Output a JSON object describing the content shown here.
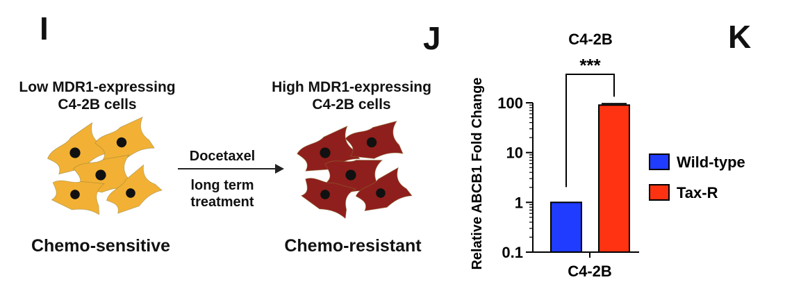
{
  "panels": {
    "i": "I",
    "j": "J",
    "k": "K"
  },
  "schematic": {
    "left_title_line1": "Low MDR1-expressing",
    "left_title_line2": "C4-2B cells",
    "right_title_line1": "High MDR1-expressing",
    "right_title_line2": "C4-2B cells",
    "treatment_top": "Docetaxel",
    "treatment_bottom_line1": "long term",
    "treatment_bottom_line2": "treatment",
    "left_caption": "Chemo-sensitive",
    "right_caption": "Chemo-resistant",
    "colors": {
      "sensitive_cell": "#f2b134",
      "resistant_cell": "#8f1f1c",
      "nucleus": "#111111"
    }
  },
  "chart_data": {
    "type": "bar",
    "title": "C4-2B",
    "ylabel": "Relative ABCB1 Fold Change",
    "xlabel": "C4-2B",
    "yscale": "log",
    "ylim": [
      0.1,
      100
    ],
    "yticks": [
      "0.1",
      "1",
      "10",
      "100"
    ],
    "series": [
      {
        "name": "Wild-type",
        "value": 1,
        "color": "#1f3cff"
      },
      {
        "name": "Tax-R",
        "value": 90,
        "color": "#ff3311"
      }
    ],
    "significance": "***",
    "legend_position": "right"
  }
}
